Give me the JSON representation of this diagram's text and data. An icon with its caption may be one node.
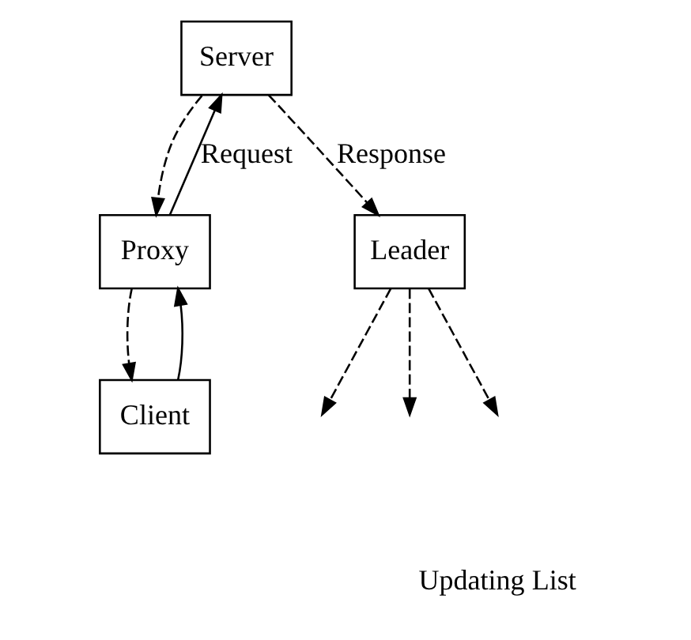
{
  "diagram": {
    "nodes": [
      {
        "text": [
          "Server"
        ]
      },
      {
        "text": [
          "Proxy"
        ]
      },
      {
        "text": [
          "Leader"
        ]
      },
      {
        "text": [
          "Client"
        ]
      }
    ],
    "edges": [
      {
        "from": 1,
        "to": 0,
        "arrow": "to",
        "label": "Request"
      },
      {
        "from": 0,
        "to": 1,
        "arrow": "to",
        "style": "dashed"
      },
      {
        "from": 0,
        "to": 2,
        "arrow": "to",
        "style": "dashed",
        "label": "Response"
      },
      {
        "from": 3,
        "to": 1,
        "arrow": "to"
      },
      {
        "from": 1,
        "to": 3,
        "arrow": "to",
        "style": "dashed"
      },
      {
        "from": 2,
        "to": null,
        "arrow": "to",
        "style": "dashed"
      },
      {
        "from": 2,
        "to": null,
        "arrow": "to",
        "style": "dashed"
      },
      {
        "from": 2,
        "to": null,
        "arrow": "to",
        "style": "dashed"
      }
    ],
    "labels": [
      "Updating List"
    ]
  }
}
